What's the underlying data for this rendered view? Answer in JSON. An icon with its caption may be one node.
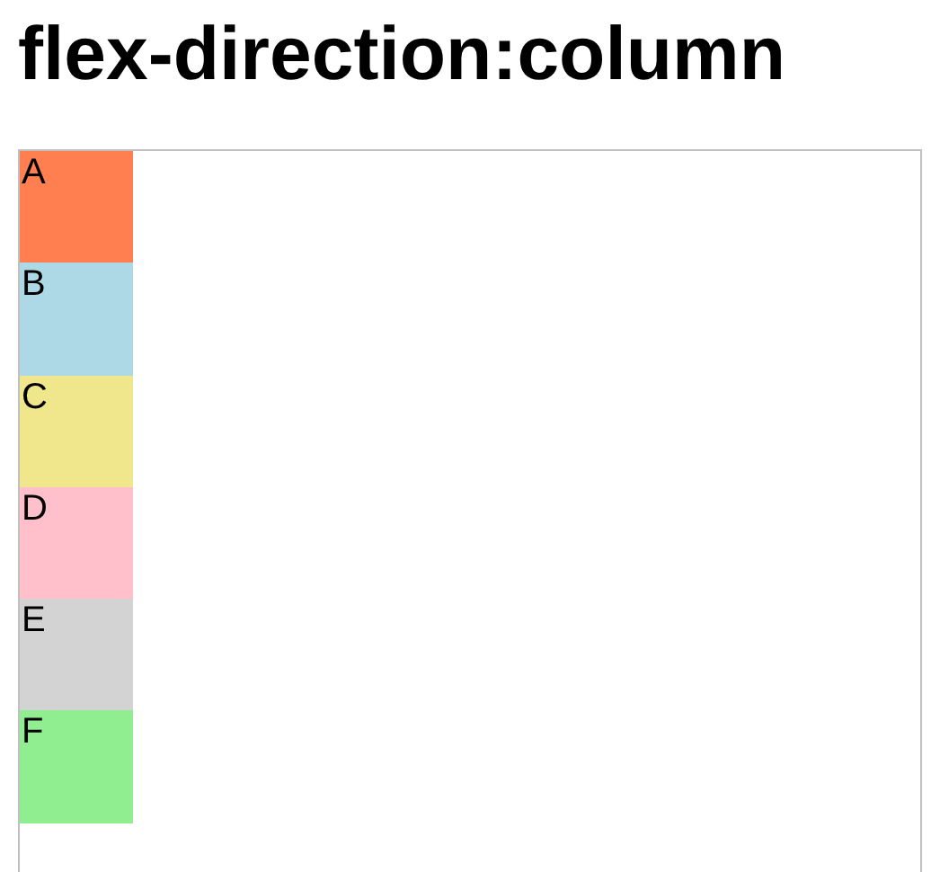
{
  "diagram": {
    "title": "flex-direction:column",
    "nodes": [
      {
        "text": [],
        "shape": "box"
      },
      {
        "text": [
          "A"
        ],
        "in": 0
      },
      {
        "text": [
          "B"
        ],
        "in": 0
      },
      {
        "text": [
          "C"
        ],
        "in": 0
      },
      {
        "text": [
          "D"
        ],
        "in": 0
      },
      {
        "text": [
          "E"
        ],
        "in": 0
      },
      {
        "text": [
          "F"
        ],
        "in": 0
      }
    ]
  }
}
